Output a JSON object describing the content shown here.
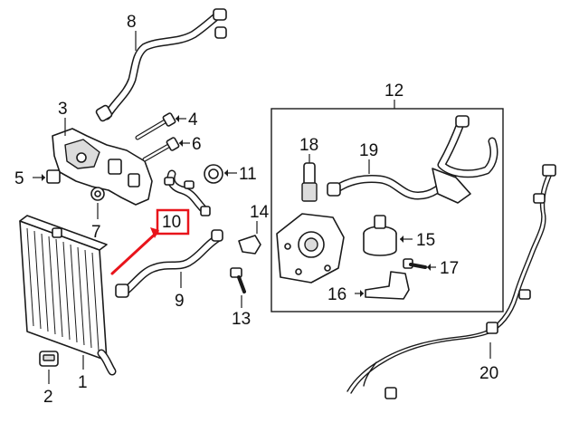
{
  "callouts": {
    "c1": "1",
    "c2": "2",
    "c3": "3",
    "c4": "4",
    "c5": "5",
    "c6": "6",
    "c7": "7",
    "c8": "8",
    "c9": "9",
    "c10": "10",
    "c11": "11",
    "c12": "12",
    "c13": "13",
    "c14": "14",
    "c15": "15",
    "c16": "16",
    "c17": "17",
    "c18": "18",
    "c19": "19",
    "c20": "20"
  },
  "highlight": {
    "callout": "10",
    "color": "#e8141b"
  },
  "colors": {
    "line": "#1a1a1a",
    "background": "#ffffff"
  }
}
